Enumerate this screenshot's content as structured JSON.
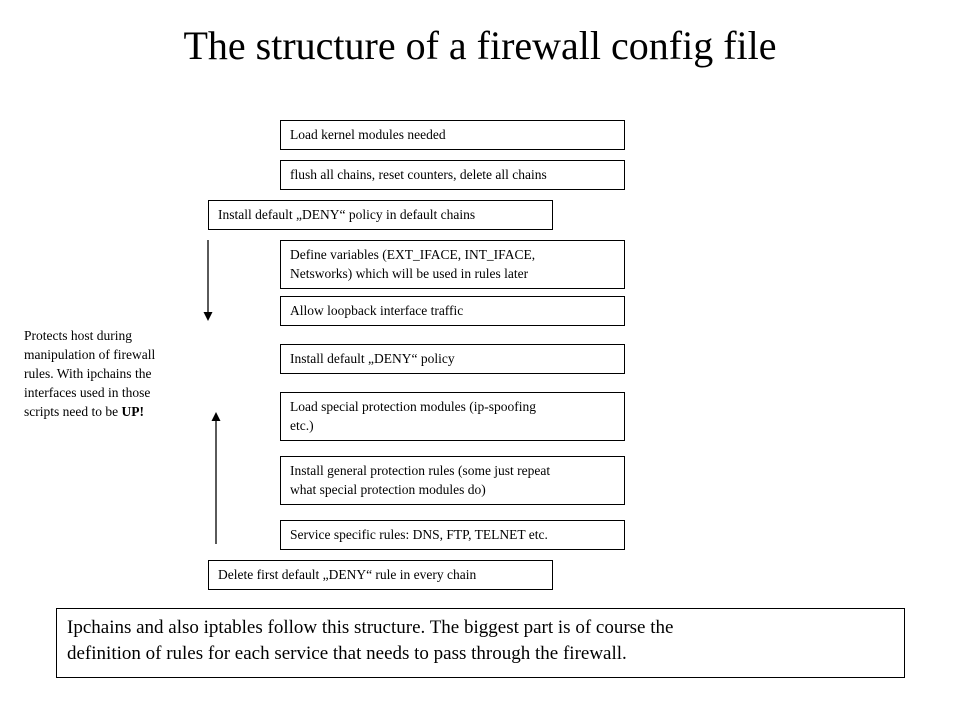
{
  "title": "The structure of a firewall config file",
  "steps": [
    "Load kernel modules needed",
    "flush all chains, reset counters, delete all chains",
    "Install default „DENY“ policy in default chains",
    "Define variables (EXT_IFACE, INT_IFACE,",
    "Netsworks) which will be used in rules later",
    "Allow loopback interface traffic",
    "Install default „DENY“ policy",
    "Load special protection modules (ip-spoofing",
    "etc.)",
    "Install general protection rules (some just repeat",
    "what special protection modules do)",
    "Service specific rules: DNS, FTP, TELNET etc.",
    "Delete first default „DENY“ rule in every chain"
  ],
  "side_note": {
    "line1": "Protects host during",
    "line2": "manipulation of firewall",
    "line3": "rules. With ipchains the",
    "line4": "interfaces used in those",
    "line5_prefix": "scripts need to be ",
    "line5_bold": "UP!"
  },
  "summary": {
    "line1": "Ipchains and also iptables follow this structure. The biggest part is of course the",
    "line2": "definition of rules for each service that needs to pass through the firewall."
  }
}
